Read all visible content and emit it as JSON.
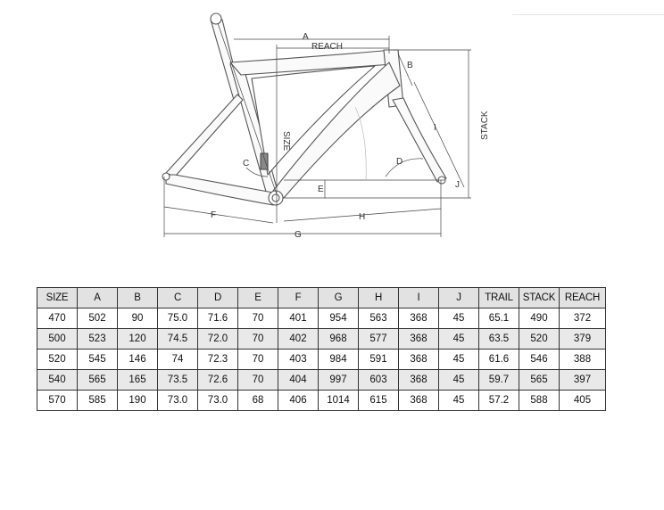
{
  "diagram": {
    "labels": {
      "a": "A",
      "reach": "REACH",
      "b": "B",
      "size": "SIZE",
      "stack": "STACK",
      "i": "I",
      "c": "C",
      "d": "D",
      "e": "E",
      "j": "J",
      "f": "F",
      "h": "H",
      "g": "G"
    }
  },
  "table": {
    "headers": [
      "SIZE",
      "A",
      "B",
      "C",
      "D",
      "E",
      "F",
      "G",
      "H",
      "I",
      "J",
      "TRAIL",
      "STACK",
      "REACH"
    ],
    "rows": [
      [
        "470",
        "502",
        "90",
        "75.0",
        "71.6",
        "70",
        "401",
        "954",
        "563",
        "368",
        "45",
        "65.1",
        "490",
        "372"
      ],
      [
        "500",
        "523",
        "120",
        "74.5",
        "72.0",
        "70",
        "402",
        "968",
        "577",
        "368",
        "45",
        "63.5",
        "520",
        "379"
      ],
      [
        "520",
        "545",
        "146",
        "74",
        "72.3",
        "70",
        "403",
        "984",
        "591",
        "368",
        "45",
        "61.6",
        "546",
        "388"
      ],
      [
        "540",
        "565",
        "165",
        "73.5",
        "72.6",
        "70",
        "404",
        "997",
        "603",
        "368",
        "45",
        "59.7",
        "565",
        "397"
      ],
      [
        "570",
        "585",
        "190",
        "73.0",
        "73.0",
        "68",
        "406",
        "1014",
        "615",
        "368",
        "45",
        "57.2",
        "588",
        "405"
      ]
    ]
  }
}
